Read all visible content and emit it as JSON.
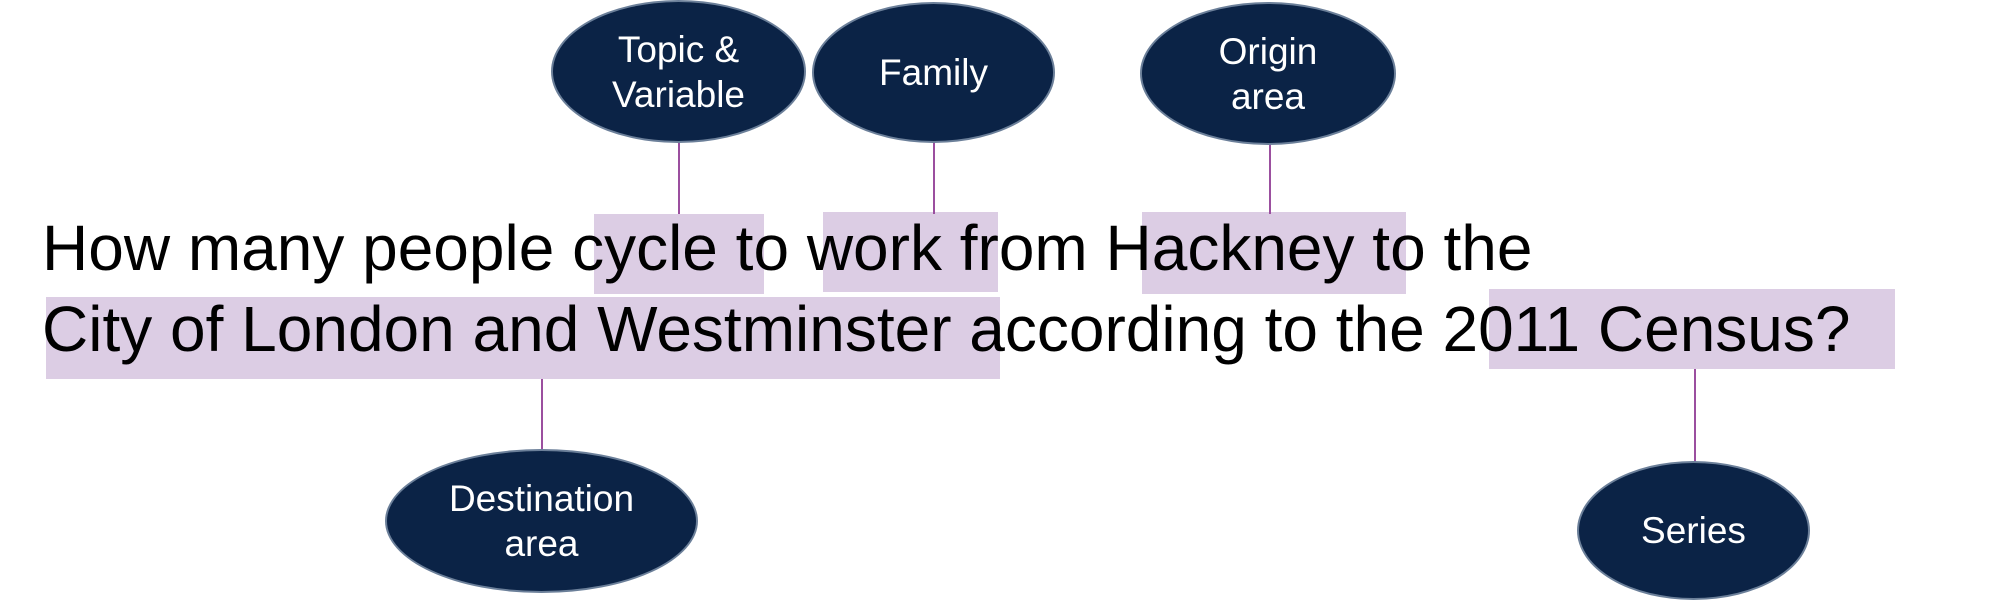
{
  "sentence": {
    "line1": {
      "part1": "How many people ",
      "topic_word": "cycle",
      "part2": " to ",
      "family_word": "work",
      "part3": " from ",
      "origin_word": "Hackney",
      "part4": " to the"
    },
    "line2": {
      "destination_words": "City of London and Westminster",
      "part1": " according to the ",
      "series_words": "2011 Census",
      "part2": "?"
    }
  },
  "labels": {
    "topic_variable": "Topic &\nVariable",
    "family": "Family",
    "origin_area": "Origin\narea",
    "destination_area": "Destination\narea",
    "series": "Series"
  },
  "colors": {
    "ellipse_fill": "#0b2346",
    "highlight": "#dccde4",
    "connector": "#9b4f9f"
  }
}
